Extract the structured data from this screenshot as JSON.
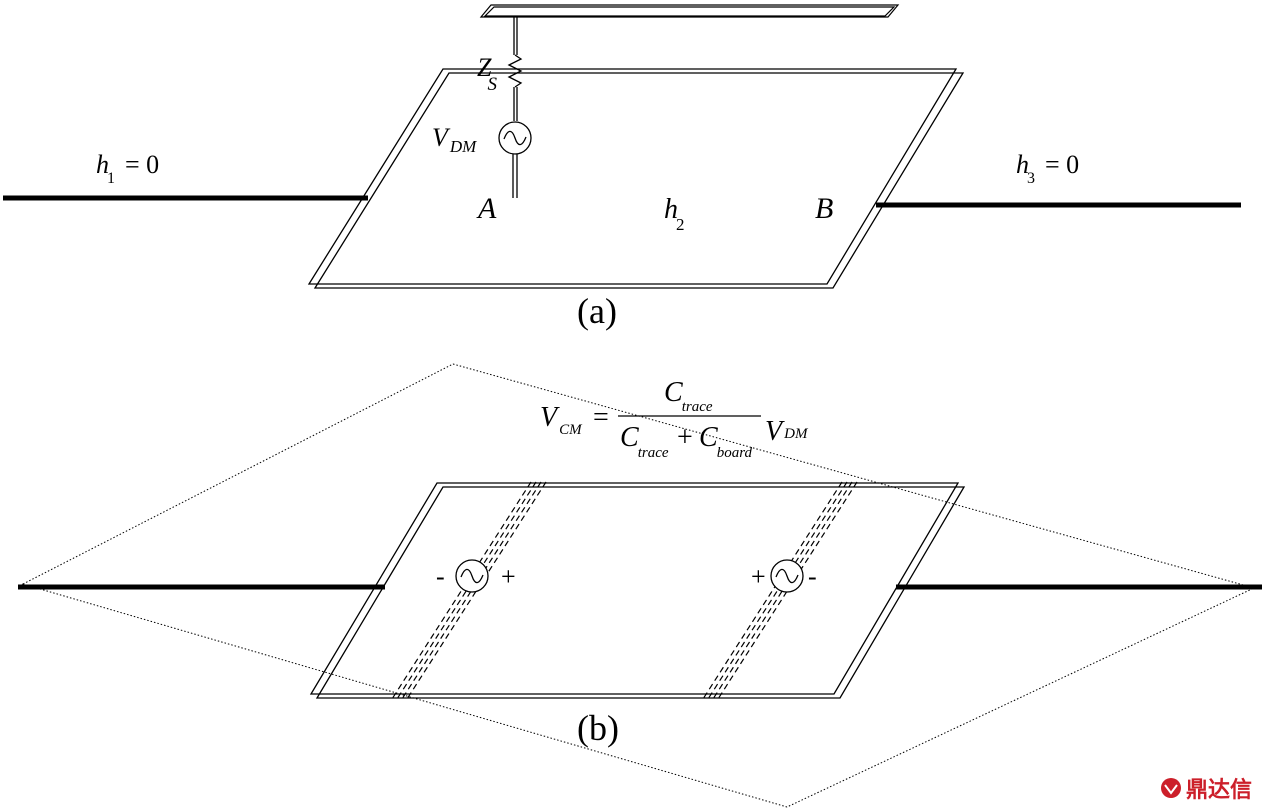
{
  "figure_a": {
    "caption": "(a)",
    "left_label": {
      "var": "h",
      "sub": "1",
      "rest": "= 0"
    },
    "right_label": {
      "var": "h",
      "sub": "3",
      "rest": "= 0"
    },
    "center_label": {
      "var": "h",
      "sub": "2"
    },
    "node_a": "A",
    "node_b": "B",
    "impedance": {
      "var": "Z",
      "sub": "S"
    },
    "source": {
      "var": "V",
      "sub": "DM"
    }
  },
  "figure_b": {
    "caption": "(b)",
    "equation": {
      "lhs_var": "V",
      "lhs_sub": "CM",
      "eq": "=",
      "num_var": "C",
      "num_sub": "trace",
      "den1_var": "C",
      "den1_sub": "trace",
      "plus": "+",
      "den2_var": "C",
      "den2_sub": "board",
      "rhs_var": "V",
      "rhs_sub": "DM"
    },
    "left_source": {
      "left_sign": "-",
      "right_sign": "+"
    },
    "right_source": {
      "left_sign": "+",
      "right_sign": "-"
    }
  },
  "watermark": {
    "text": "鼎达信",
    "color": "#cc1f2a"
  }
}
